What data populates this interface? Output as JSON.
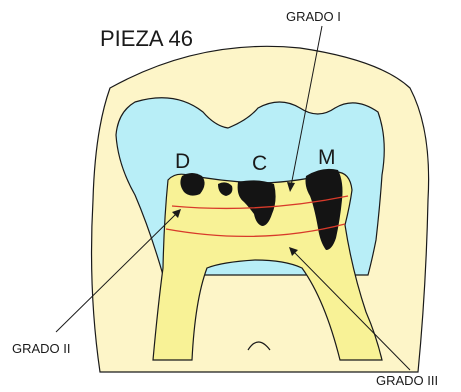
{
  "title": "PIEZA 46",
  "regions": {
    "distal": "D",
    "central": "C",
    "mesial": "M"
  },
  "grades": {
    "grade_1": "GRADO I",
    "grade_2": "GRADO II",
    "grade_3": "GRADO III"
  },
  "colors": {
    "outline": "#1a1a1a",
    "tooth_outer": "#fdf5c8",
    "enamel": "#b8eef7",
    "dentin": "#f8f296",
    "caries": "#141414",
    "grade_line": "#d83a2a"
  }
}
